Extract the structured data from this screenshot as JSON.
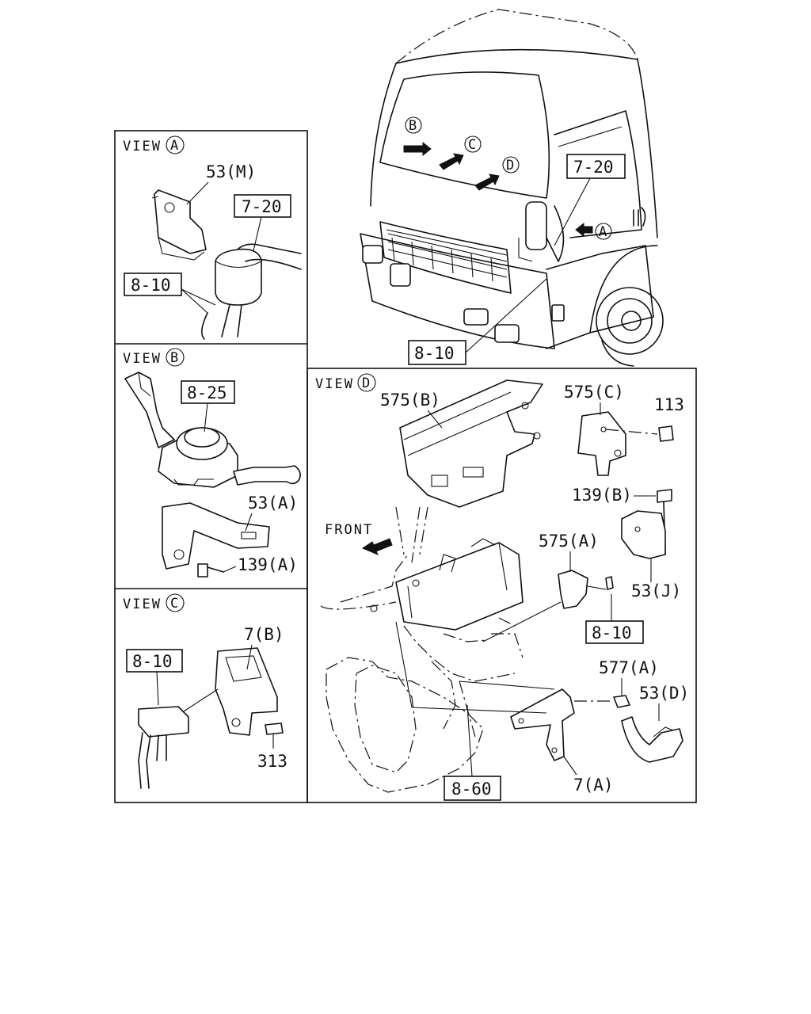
{
  "views": {
    "a": {
      "label": "VIEW",
      "marker": "A"
    },
    "b": {
      "label": "VIEW",
      "marker": "B"
    },
    "c": {
      "label": "VIEW",
      "marker": "C"
    },
    "d": {
      "label": "VIEW",
      "marker": "D"
    }
  },
  "cab": {
    "markers": {
      "b": "B",
      "c": "C",
      "d": "D",
      "a": "A"
    },
    "callouts": {
      "top": "7-20",
      "bottom": "8-10"
    }
  },
  "view_a": {
    "bracket": "53(M)",
    "box_top": "7-20",
    "box_left": "8-10"
  },
  "view_b": {
    "box": "8-25",
    "bracket": "53(A)",
    "bolt": "139(A)"
  },
  "view_c": {
    "bracket": "7(B)",
    "box": "8-10",
    "bolt": "313"
  },
  "view_d": {
    "front": "FRONT",
    "p575b": "575(B)",
    "p575c": "575(C)",
    "p113": "113",
    "p139b": "139(B)",
    "p575a": "575(A)",
    "box_810": "8-10",
    "p53j": "53(J)",
    "p577a": "577(A)",
    "p53d": "53(D)",
    "box_860": "8-60",
    "p7a": "7(A)"
  }
}
